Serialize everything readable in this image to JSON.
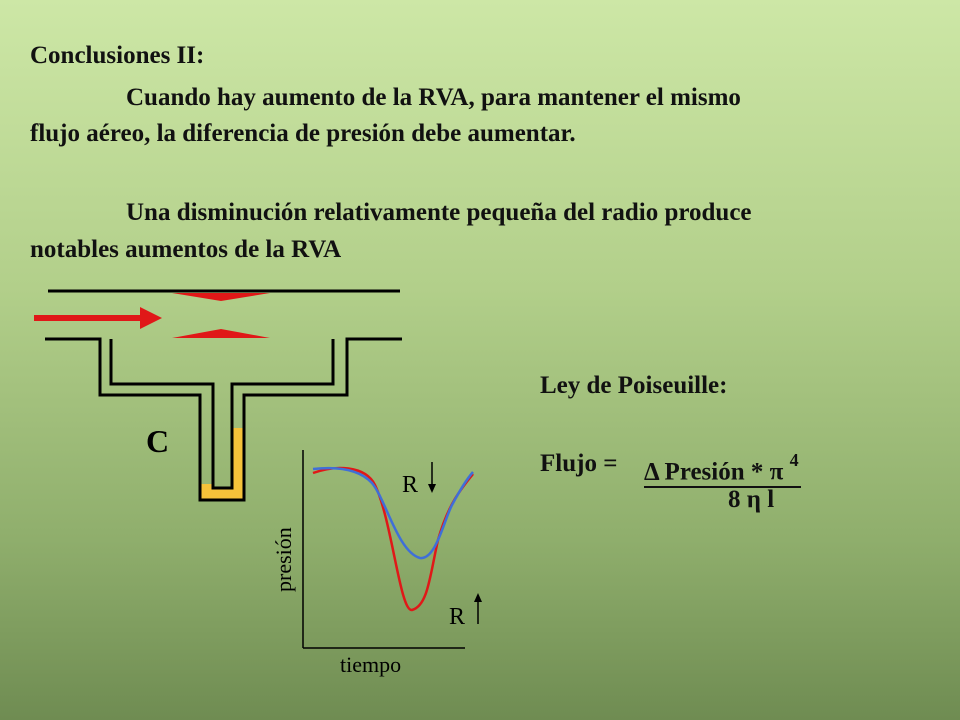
{
  "title": "Conclusiones II:",
  "paragraph1": {
    "line1": "Cuando hay aumento de la RVA, para mantener el mismo",
    "line2": "flujo aéreo, la diferencia de presión debe aumentar."
  },
  "paragraph2": {
    "line1": "Una disminución relativamente pequeña del radio produce",
    "line2": "notables aumentos de la RVA"
  },
  "diagram": {
    "label_c": "C"
  },
  "graph": {
    "ylabel": "presión",
    "xlabel": "tiempo",
    "label_r_top": "R",
    "label_r_bottom": "R",
    "colors": {
      "red": "#e01818",
      "blue": "#3f6fd8"
    }
  },
  "law": {
    "title": "Ley de Poiseuille:",
    "lhs": "Flujo =",
    "numerator": "Δ Presión  * π",
    "superscript": "4",
    "denominator": "8 η l"
  }
}
